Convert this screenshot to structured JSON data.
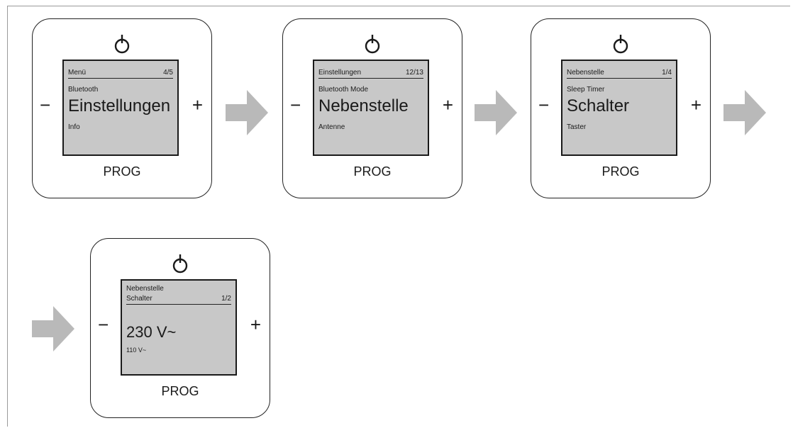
{
  "colors": {
    "arrow": "#b9b9b9",
    "lcd_background": "#c8c8c8",
    "outline": "#222222"
  },
  "icons": {
    "power": "power-icon",
    "step": "arrow-right-icon"
  },
  "devices": [
    {
      "power_icon": "power-icon",
      "screen": {
        "header_title": "Menü",
        "header_page": "4/5",
        "above": "Bluetooth",
        "selected": "Einstellungen",
        "below": "Info"
      },
      "minus": "−",
      "plus": "+",
      "prog": "PROG"
    },
    {
      "power_icon": "power-icon",
      "screen": {
        "header_title": "Einstellungen",
        "header_page": "12/13",
        "above": "Bluetooth Mode",
        "selected": "Nebenstelle",
        "below": "Antenne"
      },
      "minus": "−",
      "plus": "+",
      "prog": "PROG"
    },
    {
      "power_icon": "power-icon",
      "screen": {
        "header_title": "Nebenstelle",
        "header_page": "1/4",
        "above": "Sleep Timer",
        "selected": "Schalter",
        "below": "Taster"
      },
      "minus": "−",
      "plus": "+",
      "prog": "PROG"
    },
    {
      "power_icon": "power-icon",
      "screen": {
        "title_line1": "Nebenstelle",
        "header_title": "Schalter",
        "header_page": "1/2",
        "selected": "230 V~",
        "below": "110 V~"
      },
      "minus": "−",
      "plus": "+",
      "prog": "PROG"
    }
  ]
}
